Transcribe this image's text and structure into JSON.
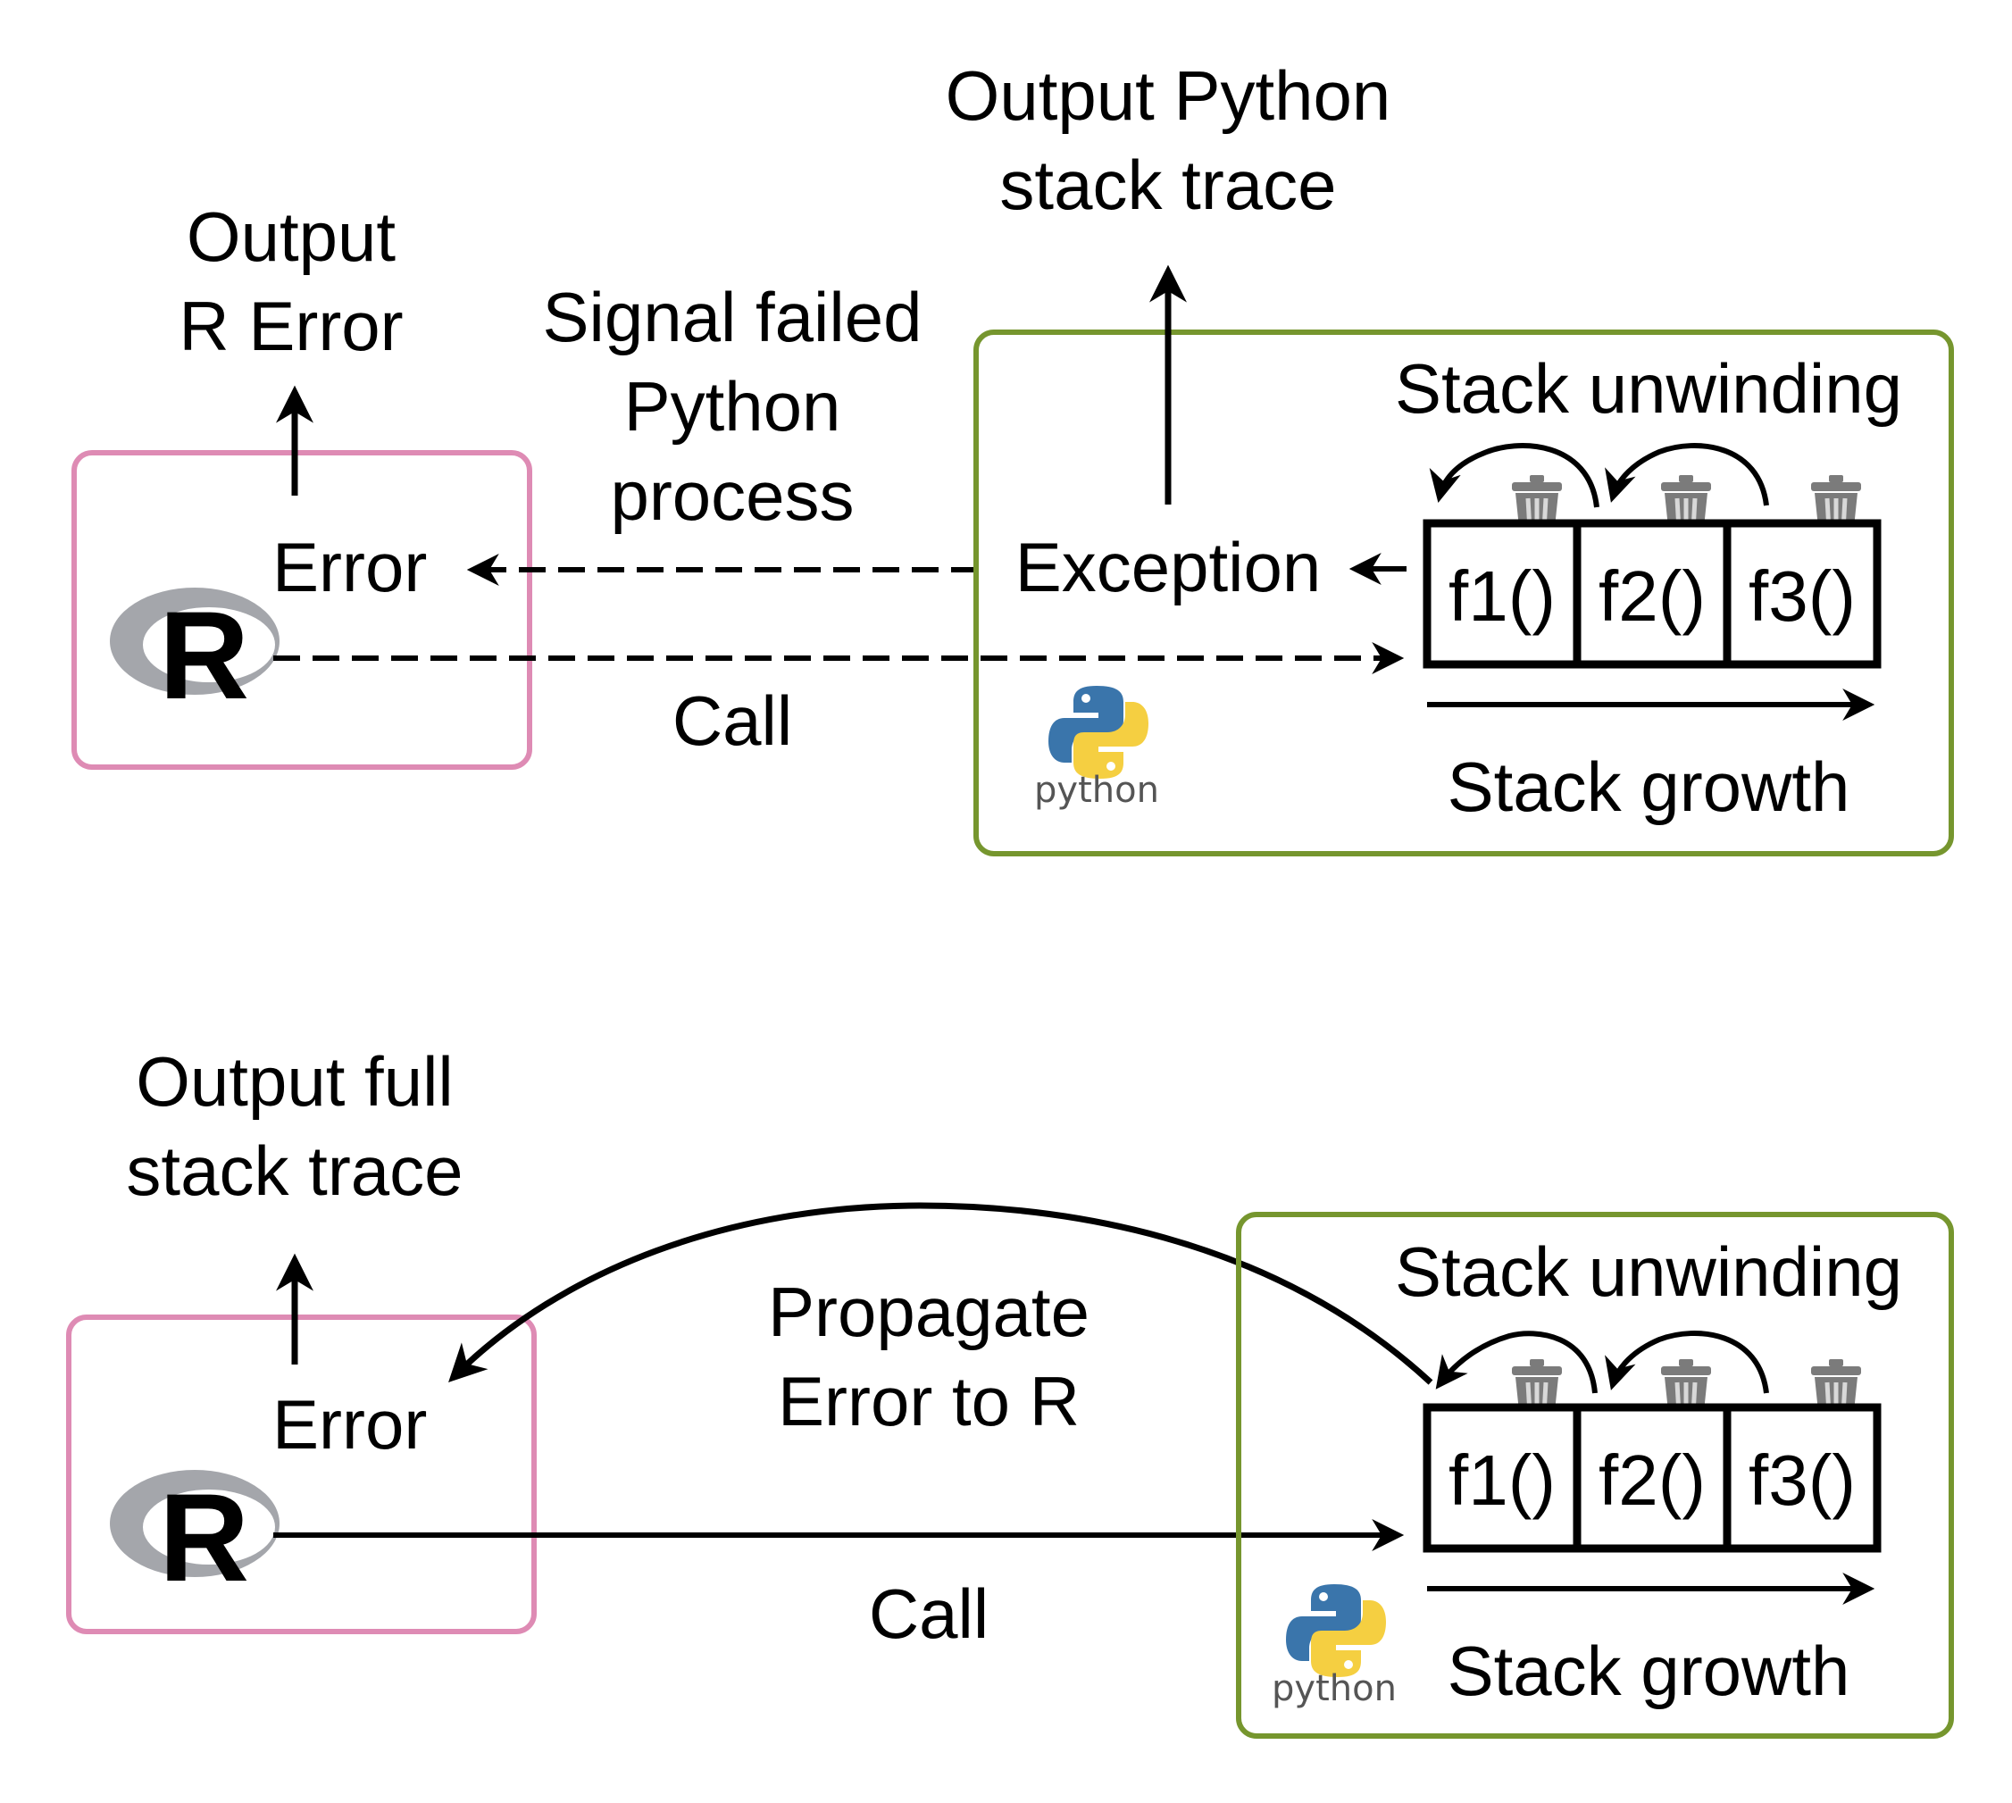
{
  "colors": {
    "r_box": "#de8bb4",
    "py_box": "#76962e",
    "arrow": "#000000",
    "r_logo_ring": "#9c9ea3",
    "r_logo_letter": "#1f6bbd",
    "py_blue": "#3a75ab",
    "py_yellow": "#f5cf41",
    "trash": "#7b7b7b"
  },
  "top": {
    "r_output": [
      "Output",
      "R Error"
    ],
    "r_error": "Error",
    "signal": [
      "Signal failed",
      "Python",
      "process"
    ],
    "py_output": [
      "Output Python",
      "stack trace"
    ],
    "exception": "Exception",
    "call": "Call",
    "stack_unwinding": "Stack unwinding",
    "stack_growth": "Stack growth",
    "frames": [
      "f1()",
      "f2()",
      "f3()"
    ],
    "python_wordmark": "python"
  },
  "bottom": {
    "r_output": [
      "Output full",
      "stack trace"
    ],
    "r_error": "Error",
    "propagate": [
      "Propagate",
      "Error to R"
    ],
    "call": "Call",
    "stack_unwinding": "Stack unwinding",
    "stack_growth": "Stack growth",
    "frames": [
      "f1()",
      "f2()",
      "f3()"
    ],
    "python_wordmark": "python"
  }
}
